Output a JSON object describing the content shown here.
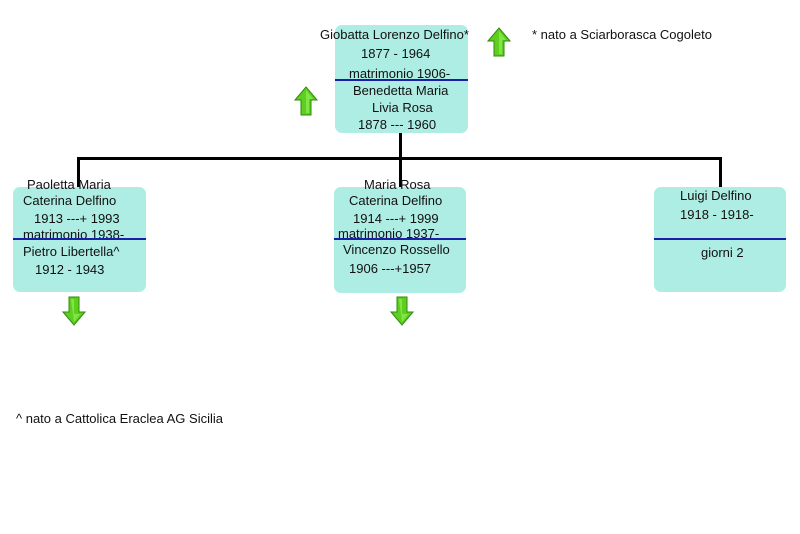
{
  "parents": {
    "father_name": "Giobatta Lorenzo Delfino*",
    "father_years": "1877 - 1964",
    "marriage": "matrimonio 1906-",
    "mother_name_1": "Benedetta Maria",
    "mother_name_2": "Livia Rosa",
    "mother_years": "1878 --- 1960"
  },
  "children": [
    {
      "name_1": "Paoletta Maria",
      "name_2": "Caterina Delfino",
      "years": "1913 ---+ 1993",
      "marriage": "matrimonio 1938-",
      "spouse": "Pietro Libertella^",
      "spouse_years": "1912 - 1943"
    },
    {
      "name_1": "Maria Rosa",
      "name_2": "Caterina Delfino",
      "years": "1914 ---+ 1999",
      "marriage": "matrimonio 1937-",
      "spouse": "Vincenzo Rossello",
      "spouse_years": "1906 ---+1957"
    },
    {
      "name_1": "Luigi Delfino",
      "years": "1918 - 1918-",
      "note": "giorni 2"
    }
  ],
  "notes": {
    "top": "* nato a Sciarborasca Cogoleto",
    "bottom": "^ nato a Cattolica Eraclea AG Sicilia"
  },
  "arrows": {
    "up_icon": "arrow-up-icon",
    "down_icon": "arrow-down-icon",
    "color": "#5fcf1f"
  }
}
